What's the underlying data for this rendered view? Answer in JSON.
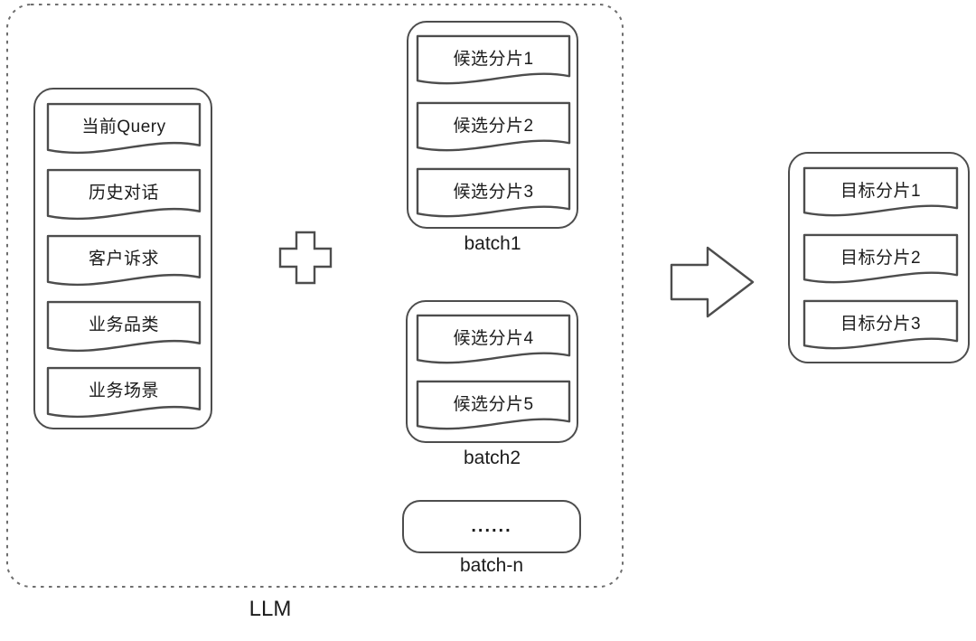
{
  "colors": {
    "background": "#ffffff",
    "stroke": "#4d4d4d",
    "dashed_stroke": "#6e6e6e",
    "text": "#1b1b1b"
  },
  "llm_group": {
    "label": "LLM"
  },
  "context_box": {
    "items": [
      "当前Query",
      "历史对话",
      "客户诉求",
      "业务品类",
      "业务场景"
    ]
  },
  "operators": {
    "plus_icon": "plus",
    "arrow_icon": "arrow-right"
  },
  "batches": [
    {
      "label": "batch1",
      "items": [
        "候选分片1",
        "候选分片2",
        "候选分片3"
      ]
    },
    {
      "label": "batch2",
      "items": [
        "候选分片4",
        "候选分片5"
      ]
    },
    {
      "label": "batch-n",
      "ellipsis": "......"
    }
  ],
  "target_box": {
    "items": [
      "目标分片1",
      "目标分片2",
      "目标分片3"
    ]
  }
}
